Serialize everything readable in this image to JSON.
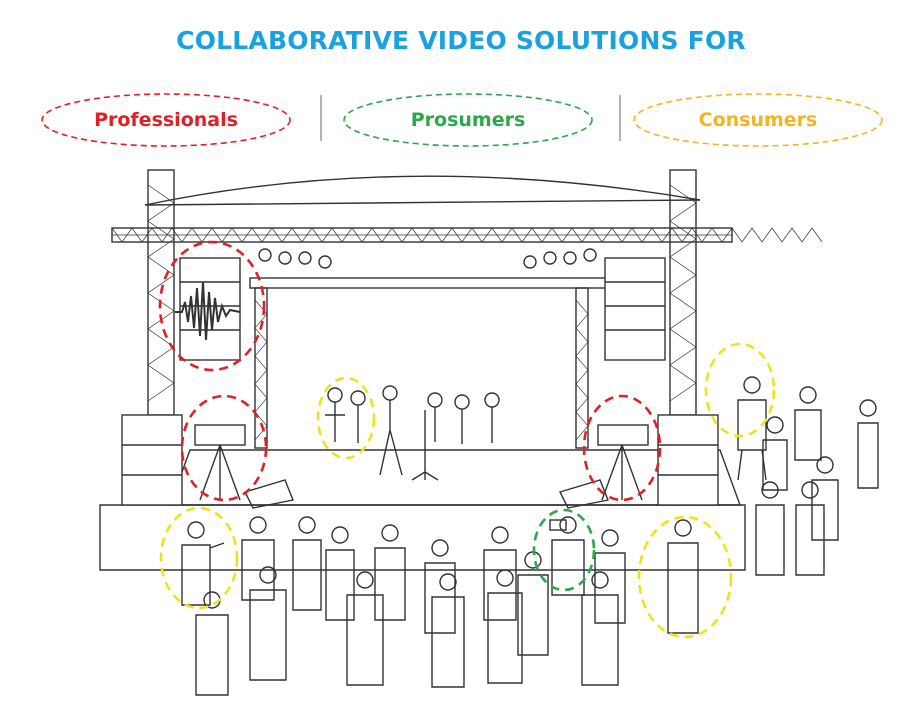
{
  "title": "COLLABORATIVE VIDEO SOLUTIONS FOR",
  "categories": [
    {
      "label": "Professionals",
      "color": "#e02027"
    },
    {
      "label": "Prosumers",
      "color": "#2ba84a"
    },
    {
      "label": "Consumers",
      "color": "#f2b521"
    }
  ],
  "colors": {
    "line": "#333333",
    "highlight_yellow": "#f2e11a"
  },
  "icons": [
    "audio-waveform-icon",
    "video-camera-icon",
    "smartphone-icon",
    "tablet-icon"
  ]
}
